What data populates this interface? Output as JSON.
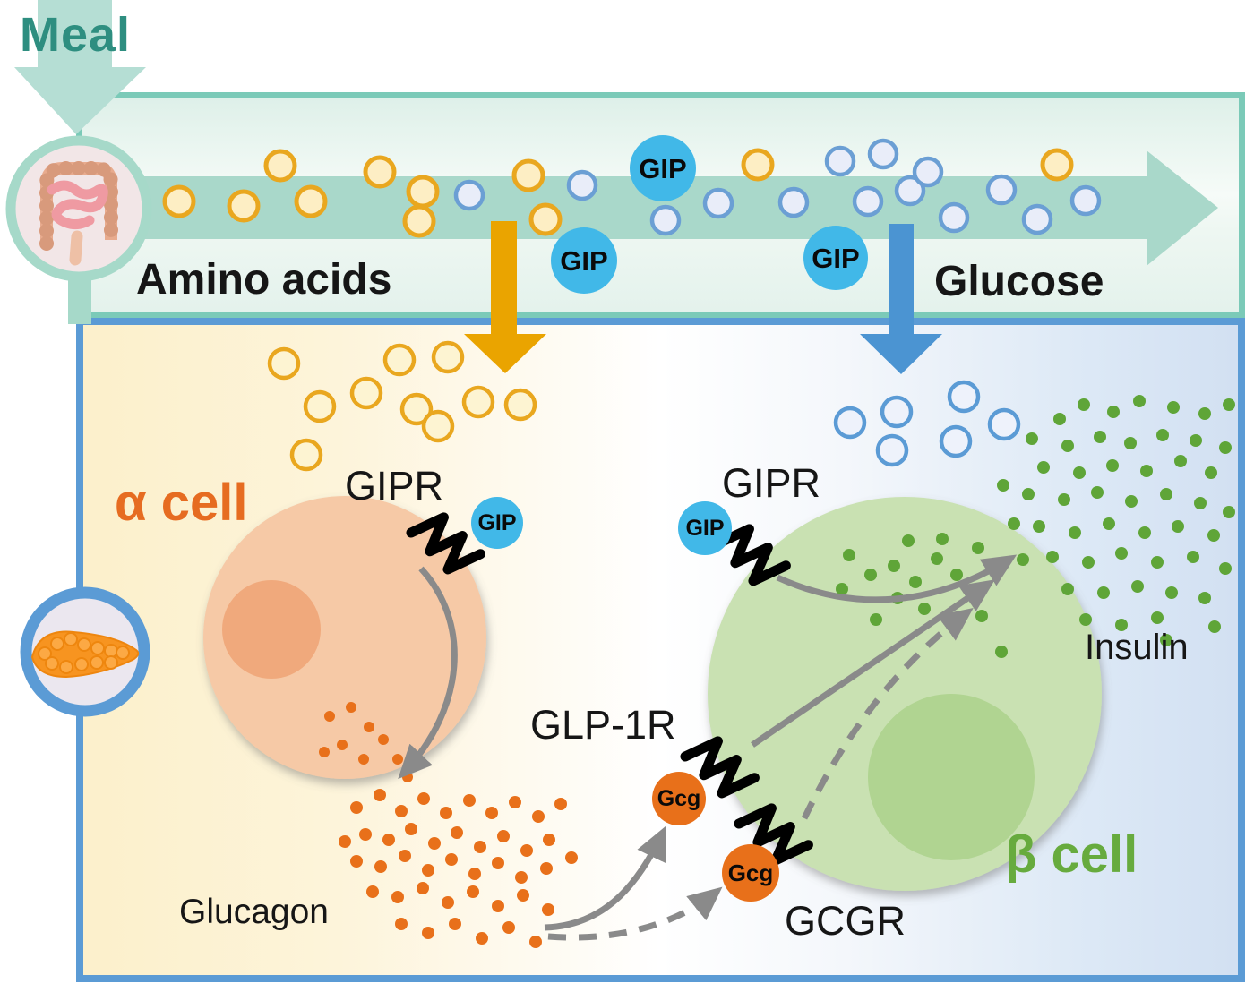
{
  "labels": {
    "meal": "Meal",
    "amino_acids": "Amino acids",
    "glucose": "Glucose",
    "alpha_cell": "α cell",
    "beta_cell": "β cell",
    "gipr": "GIPR",
    "glp1r": "GLP-1R",
    "gcgr": "GCGR",
    "glucagon": "Glucagon",
    "insulin": "Insulin",
    "gip": "GIP",
    "gcg": "Gcg"
  },
  "colors": {
    "band_border": "#7bcab8",
    "band_arrow": "#a9d8ca",
    "meal_text": "#2e8e80",
    "panel_border": "#5b9bd5",
    "gip_circle": "#41b8e8",
    "gcg_circle": "#e8701a",
    "glucagon_dot": "#e8701a",
    "insulin_dot": "#5fa538",
    "alpha_cell_fill": "#f6c9a6",
    "alpha_nucleus": "#f0a97c",
    "beta_cell_fill": "#c9e1b2",
    "beta_nucleus": "#b0d491",
    "alpha_label": "#e66c21",
    "beta_label": "#67ab3e",
    "amino_ring": "#e9a71f",
    "glucose_ring": "#5e97d0",
    "signal_arrow": "#8a8a8a",
    "amino_arrow": "#eaa400",
    "glucose_arrow": "#4b94d2"
  },
  "scatter": {
    "band_amino": {
      "r": 16,
      "sw": 5,
      "stroke": "#e9a71f",
      "fill": "#fdeec4",
      "points": [
        [
          200,
          225
        ],
        [
          272,
          230
        ],
        [
          313,
          185
        ],
        [
          347,
          225
        ],
        [
          424,
          192
        ],
        [
          472,
          214
        ],
        [
          468,
          247
        ],
        [
          590,
          196
        ],
        [
          609,
          245
        ],
        [
          846,
          184
        ],
        [
          1180,
          184
        ]
      ]
    },
    "band_glucose": {
      "r": 15,
      "sw": 4.5,
      "stroke": "#6b9fd4",
      "fill": "#e9edf9",
      "points": [
        [
          524,
          218
        ],
        [
          650,
          207
        ],
        [
          743,
          246
        ],
        [
          802,
          227
        ],
        [
          886,
          226
        ],
        [
          938,
          180
        ],
        [
          986,
          172
        ],
        [
          969,
          225
        ],
        [
          1016,
          213
        ],
        [
          1036,
          192
        ],
        [
          1065,
          243
        ],
        [
          1118,
          212
        ],
        [
          1158,
          245
        ],
        [
          1212,
          224
        ]
      ]
    },
    "falling_amino": {
      "r": 16,
      "sw": 4.5,
      "stroke": "#e9a71f",
      "fill": "#fdf4d2",
      "points": [
        [
          317,
          406
        ],
        [
          357,
          454
        ],
        [
          409,
          439
        ],
        [
          446,
          402
        ],
        [
          465,
          457
        ],
        [
          342,
          508
        ],
        [
          500,
          399
        ],
        [
          534,
          449
        ],
        [
          581,
          452
        ],
        [
          489,
          476
        ]
      ]
    },
    "falling_glucose": {
      "r": 16,
      "sw": 4.5,
      "stroke": "#5b9bd5",
      "fill": "#eef2fb",
      "points": [
        [
          949,
          472
        ],
        [
          1001,
          460
        ],
        [
          1076,
          443
        ],
        [
          996,
          503
        ],
        [
          1067,
          493
        ],
        [
          1121,
          474
        ]
      ]
    },
    "glucagon_dots": {
      "r": 7,
      "fill": "#e8701a",
      "points": [
        [
          398,
          902
        ],
        [
          424,
          888
        ],
        [
          448,
          906
        ],
        [
          473,
          892
        ],
        [
          498,
          908
        ],
        [
          524,
          894
        ],
        [
          549,
          908
        ],
        [
          575,
          896
        ],
        [
          601,
          912
        ],
        [
          626,
          898
        ],
        [
          408,
          932
        ],
        [
          434,
          938
        ],
        [
          459,
          926
        ],
        [
          485,
          942
        ],
        [
          510,
          930
        ],
        [
          536,
          946
        ],
        [
          562,
          934
        ],
        [
          588,
          950
        ],
        [
          613,
          938
        ],
        [
          398,
          962
        ],
        [
          425,
          968
        ],
        [
          452,
          956
        ],
        [
          478,
          972
        ],
        [
          504,
          960
        ],
        [
          530,
          976
        ],
        [
          556,
          964
        ],
        [
          582,
          980
        ],
        [
          610,
          970
        ],
        [
          638,
          958
        ],
        [
          416,
          996
        ],
        [
          444,
          1002
        ],
        [
          472,
          992
        ],
        [
          500,
          1008
        ],
        [
          528,
          996
        ],
        [
          556,
          1012
        ],
        [
          584,
          1000
        ],
        [
          612,
          1016
        ],
        [
          448,
          1032
        ],
        [
          478,
          1042
        ],
        [
          508,
          1032
        ],
        [
          538,
          1048
        ],
        [
          568,
          1036
        ],
        [
          598,
          1052
        ],
        [
          385,
          940
        ]
      ]
    },
    "glucagon_near_cell": {
      "r": 6,
      "fill": "#e8701a",
      "points": [
        [
          368,
          800
        ],
        [
          392,
          790
        ],
        [
          412,
          812
        ],
        [
          382,
          832
        ],
        [
          406,
          848
        ],
        [
          428,
          826
        ],
        [
          444,
          848
        ],
        [
          362,
          840
        ],
        [
          455,
          868
        ]
      ]
    },
    "insulin_outside": {
      "r": 7,
      "fill": "#5fa538",
      "points": [
        [
          1183,
          468
        ],
        [
          1210,
          452
        ],
        [
          1243,
          460
        ],
        [
          1272,
          448
        ],
        [
          1310,
          455
        ],
        [
          1345,
          462
        ],
        [
          1372,
          452
        ],
        [
          1152,
          490
        ],
        [
          1192,
          498
        ],
        [
          1228,
          488
        ],
        [
          1262,
          495
        ],
        [
          1298,
          486
        ],
        [
          1335,
          492
        ],
        [
          1368,
          500
        ],
        [
          1165,
          522
        ],
        [
          1205,
          528
        ],
        [
          1242,
          520
        ],
        [
          1280,
          526
        ],
        [
          1318,
          515
        ],
        [
          1352,
          528
        ],
        [
          1148,
          552
        ],
        [
          1188,
          558
        ],
        [
          1225,
          550
        ],
        [
          1263,
          560
        ],
        [
          1302,
          552
        ],
        [
          1340,
          562
        ],
        [
          1372,
          572
        ],
        [
          1160,
          588
        ],
        [
          1200,
          595
        ],
        [
          1238,
          585
        ],
        [
          1278,
          595
        ],
        [
          1315,
          588
        ],
        [
          1355,
          598
        ],
        [
          1175,
          622
        ],
        [
          1215,
          628
        ],
        [
          1252,
          618
        ],
        [
          1292,
          628
        ],
        [
          1332,
          622
        ],
        [
          1368,
          635
        ],
        [
          1192,
          658
        ],
        [
          1232,
          662
        ],
        [
          1270,
          655
        ],
        [
          1308,
          662
        ],
        [
          1345,
          668
        ],
        [
          1212,
          692
        ],
        [
          1252,
          698
        ],
        [
          1292,
          690
        ],
        [
          1120,
          542
        ],
        [
          1132,
          585
        ],
        [
          1142,
          625
        ],
        [
          1118,
          728
        ],
        [
          1302,
          715
        ],
        [
          1356,
          700
        ]
      ]
    },
    "insulin_inside": {
      "r": 7,
      "fill": "#5fa538",
      "points": [
        [
          948,
          620
        ],
        [
          972,
          642
        ],
        [
          998,
          632
        ],
        [
          1022,
          650
        ],
        [
          1046,
          624
        ],
        [
          1068,
          642
        ],
        [
          1084,
          662
        ],
        [
          1002,
          668
        ],
        [
          1032,
          680
        ],
        [
          1062,
          692
        ],
        [
          978,
          692
        ],
        [
          1092,
          612
        ],
        [
          1014,
          604
        ],
        [
          1052,
          602
        ],
        [
          940,
          658
        ],
        [
          1096,
          688
        ]
      ]
    }
  }
}
